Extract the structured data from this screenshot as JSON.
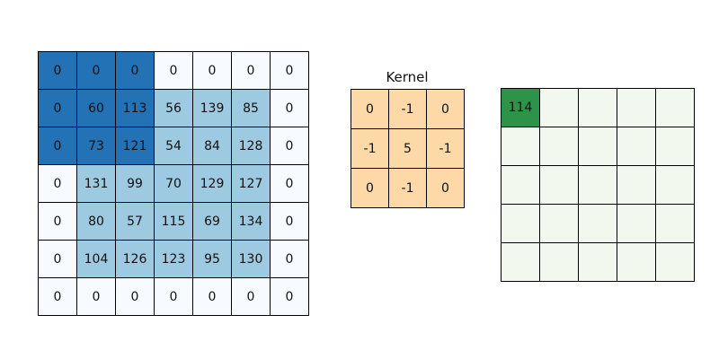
{
  "figure": {
    "background": "#ffffff",
    "description": "2D convolution illustration: padded input matrix, kernel, output matrix"
  },
  "input_matrix": {
    "rows": 7,
    "cols": 7,
    "values": [
      [
        "0",
        "0",
        "0",
        "0",
        "0",
        "0",
        "0"
      ],
      [
        "0",
        "60",
        "113",
        "56",
        "139",
        "85",
        "0"
      ],
      [
        "0",
        "73",
        "121",
        "54",
        "84",
        "128",
        "0"
      ],
      [
        "0",
        "131",
        "99",
        "70",
        "129",
        "127",
        "0"
      ],
      [
        "0",
        "80",
        "57",
        "115",
        "69",
        "134",
        "0"
      ],
      [
        "0",
        "104",
        "126",
        "123",
        "95",
        "130",
        "0"
      ],
      [
        "0",
        "0",
        "0",
        "0",
        "0",
        "0",
        "0"
      ]
    ],
    "cell_styles": [
      [
        "h",
        "h",
        "h",
        "p",
        "p",
        "p",
        "p"
      ],
      [
        "h",
        "h",
        "h",
        "d",
        "d",
        "d",
        "p"
      ],
      [
        "h",
        "h",
        "h",
        "d",
        "d",
        "d",
        "p"
      ],
      [
        "p",
        "d",
        "d",
        "d",
        "d",
        "d",
        "p"
      ],
      [
        "p",
        "d",
        "d",
        "d",
        "d",
        "d",
        "p"
      ],
      [
        "p",
        "d",
        "d",
        "d",
        "d",
        "d",
        "p"
      ],
      [
        "p",
        "p",
        "p",
        "p",
        "p",
        "p",
        "p"
      ]
    ],
    "colors": {
      "h": "#2272b5",
      "d": "#9ecae1",
      "p": "#f7fbff"
    },
    "border_color": "#000000"
  },
  "kernel": {
    "title": "Kernel",
    "rows": 3,
    "cols": 3,
    "values": [
      [
        "0",
        "-1",
        "0"
      ],
      [
        "-1",
        "5",
        "-1"
      ],
      [
        "0",
        "-1",
        "0"
      ]
    ],
    "cell_styles": [
      [
        "k",
        "k",
        "k"
      ],
      [
        "k",
        "k",
        "k"
      ],
      [
        "k",
        "k",
        "k"
      ]
    ],
    "colors": {
      "k": "#fcd9a6"
    },
    "border_color": "#000000"
  },
  "output_matrix": {
    "rows": 5,
    "cols": 5,
    "filled_value": "114",
    "filled_cell": {
      "row": 0,
      "col": 0
    },
    "values": [
      [
        "114",
        "",
        "",
        "",
        ""
      ],
      [
        "",
        "",
        "",
        "",
        ""
      ],
      [
        "",
        "",
        "",
        "",
        ""
      ],
      [
        "",
        "",
        "",
        "",
        ""
      ],
      [
        "",
        "",
        "",
        "",
        ""
      ]
    ],
    "cell_styles": [
      [
        "f",
        "e",
        "e",
        "e",
        "e"
      ],
      [
        "e",
        "e",
        "e",
        "e",
        "e"
      ],
      [
        "e",
        "e",
        "e",
        "e",
        "e"
      ],
      [
        "e",
        "e",
        "e",
        "e",
        "e"
      ],
      [
        "e",
        "e",
        "e",
        "e",
        "e"
      ]
    ],
    "colors": {
      "f": "#2d9348",
      "e": "#f2f8ee"
    },
    "border_color": "#000000"
  }
}
